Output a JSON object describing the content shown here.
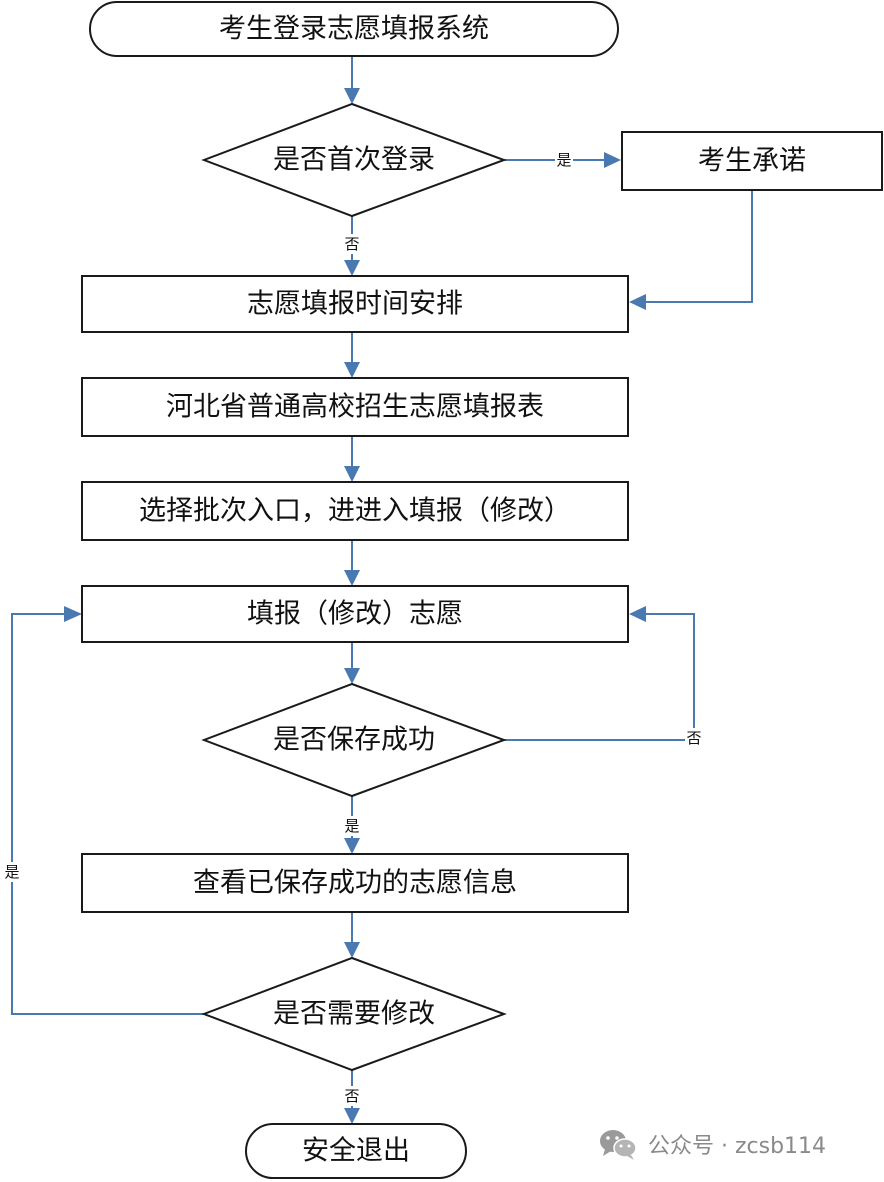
{
  "nodes": {
    "start": "考生登录志愿填报系统",
    "first_login": "是否首次登录",
    "pledge": "考生承诺",
    "schedule": "志愿填报时间安排",
    "form": "河北省普通高校招生志愿填报表",
    "select_batch": "选择批次入口，进进入填报（修改）",
    "fill": "填报（修改）志愿",
    "saved_ok": "是否保存成功",
    "view_saved": "查看已保存成功的志愿信息",
    "need_modify": "是否需要修改",
    "exit": "安全退出"
  },
  "edge_labels": {
    "first_login_yes": "是",
    "first_login_no": "否",
    "saved_no": "否",
    "saved_yes": "是",
    "modify_yes": "是",
    "modify_no": "否"
  },
  "colors": {
    "connector": "#4a78b0",
    "outline": "#1a1a1a",
    "watermark": "#8a8a8a"
  },
  "watermark": {
    "icon": "wechat-icon",
    "text": "公众号 · zcsb114"
  }
}
